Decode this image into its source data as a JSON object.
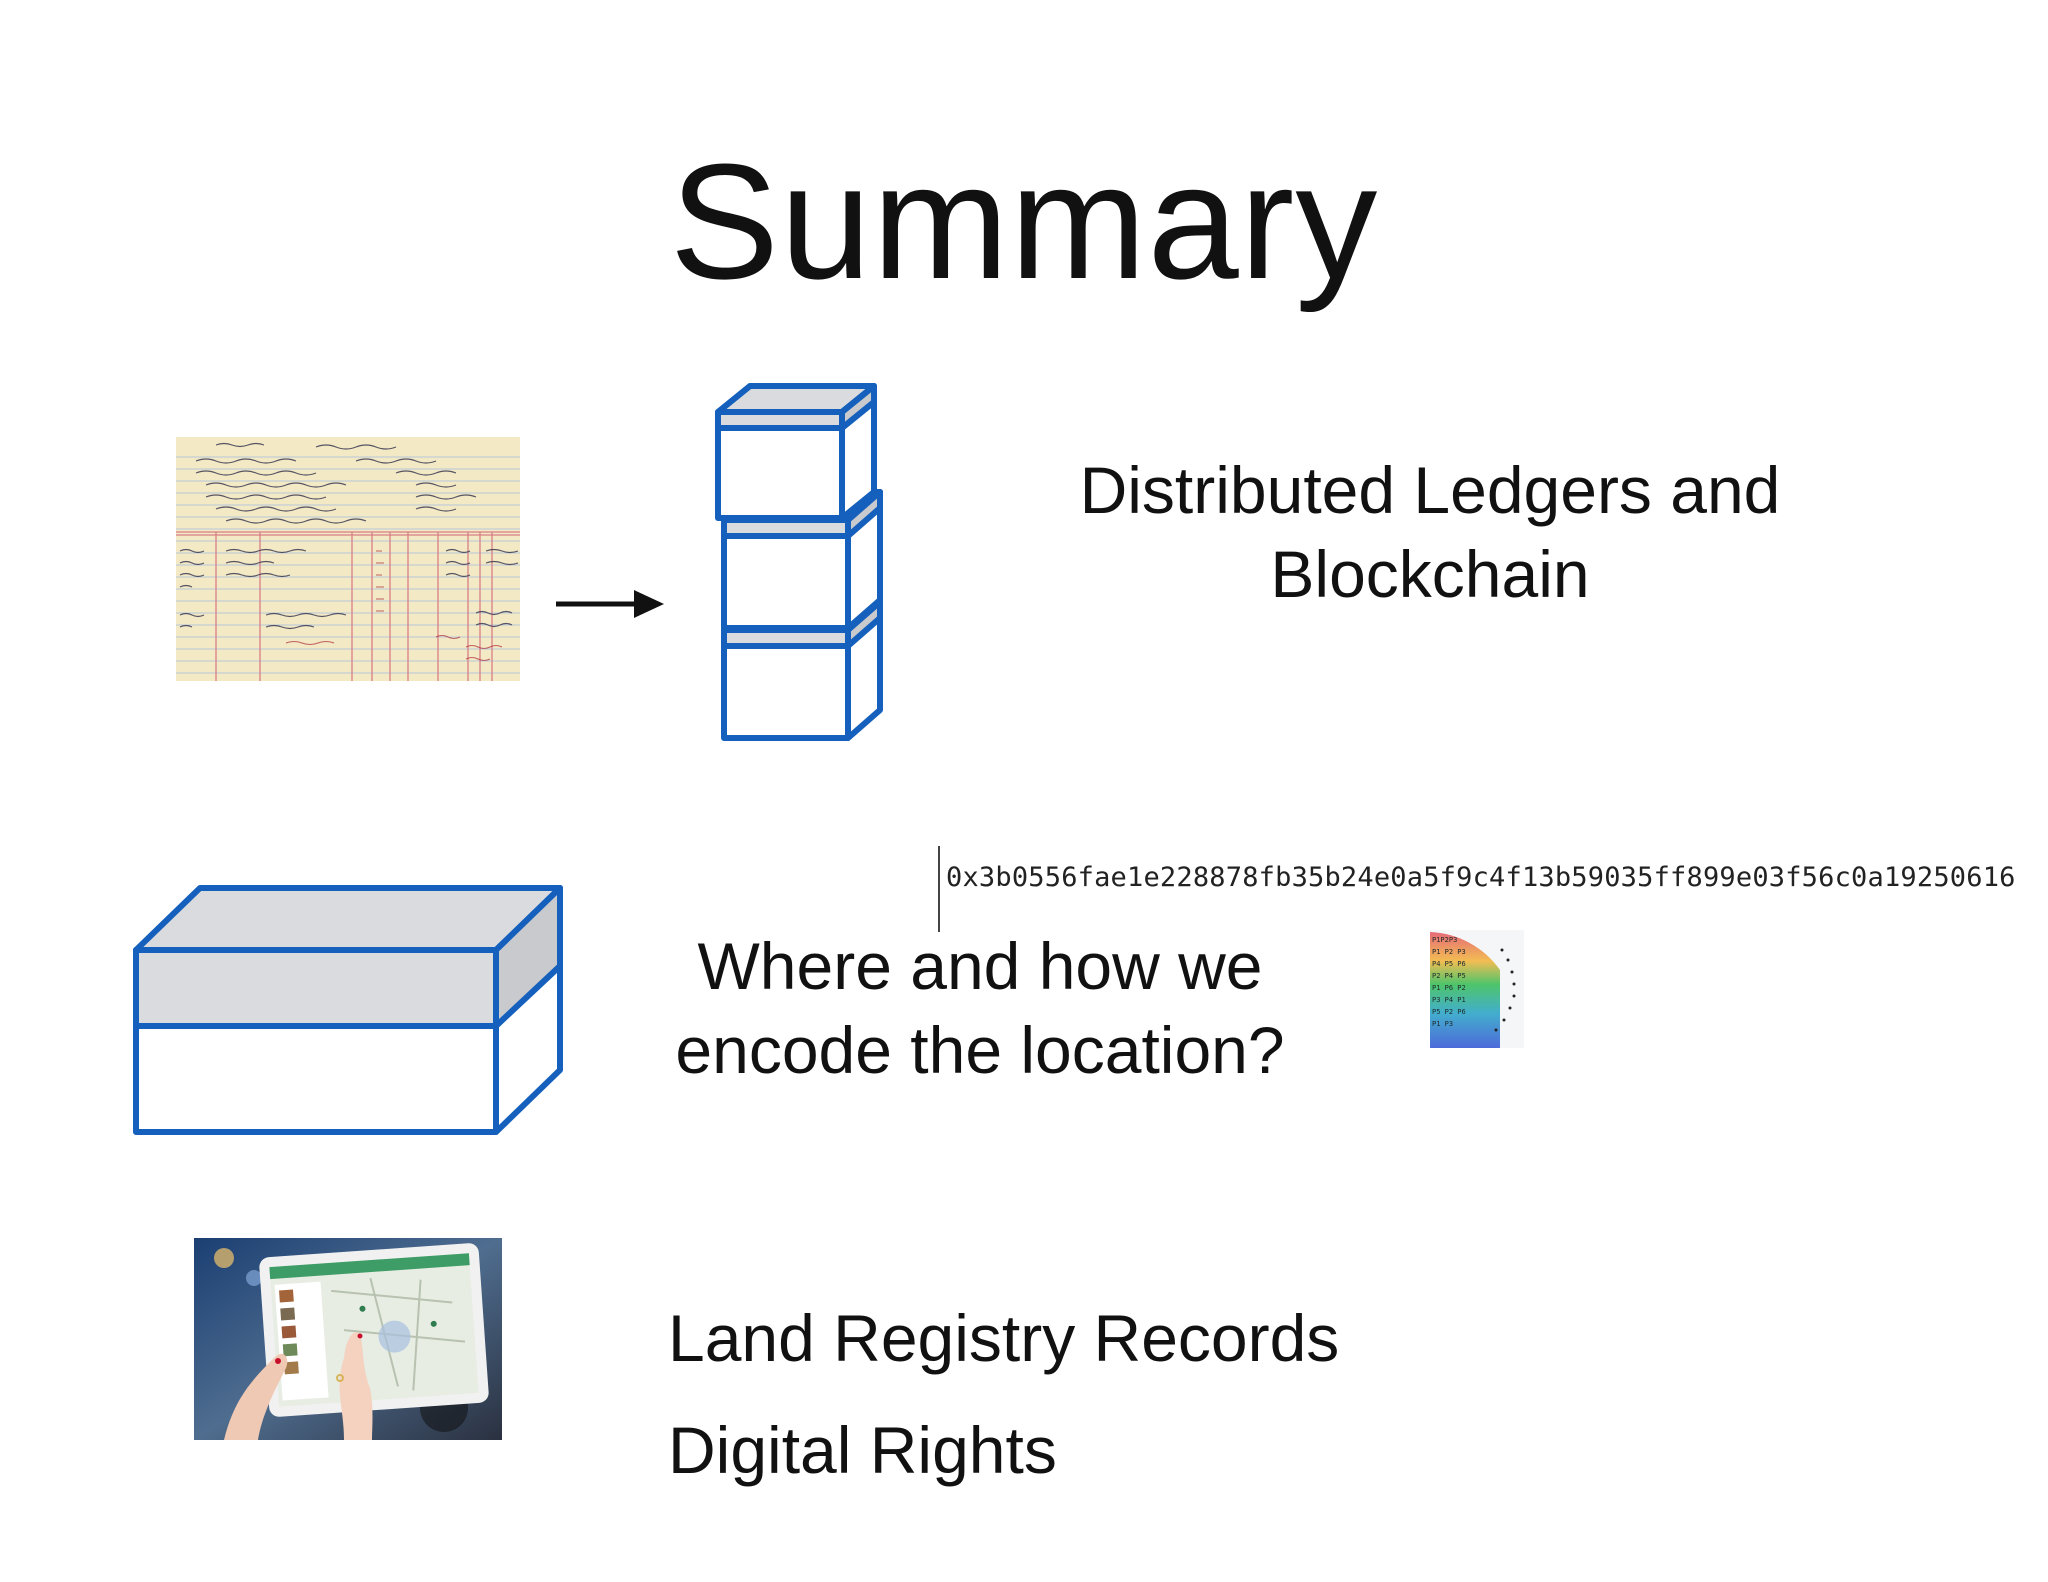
{
  "slide": {
    "title": "Summary"
  },
  "row1": {
    "label_line1": "Distributed Ledgers and",
    "label_line2": "Blockchain",
    "ledger_image": "handwritten-royalty-ledger-image",
    "arrow_icon": "right-arrow-icon",
    "chain_icon": "stacked-blocks-icon"
  },
  "row2": {
    "block_icon": "single-block-icon",
    "question_line1": "Where and how we",
    "question_line2": "encode the location?",
    "hash": "0x3b0556fae1e228878fb35b24e0a5f9c4f13b59035ff899e03f56c0a19250616",
    "globe_image": "encoded-globe-image"
  },
  "row3": {
    "tablet_image": "tablet-map-photo",
    "item1": "Land Registry Records",
    "item2": "Digital Rights"
  },
  "colors": {
    "block_stroke": "#1560bd",
    "block_top_fill": "#d9dbde",
    "ledger_paper": "#f3e9c4",
    "ledger_rule_red": "#d77f86",
    "text": "#111111"
  }
}
